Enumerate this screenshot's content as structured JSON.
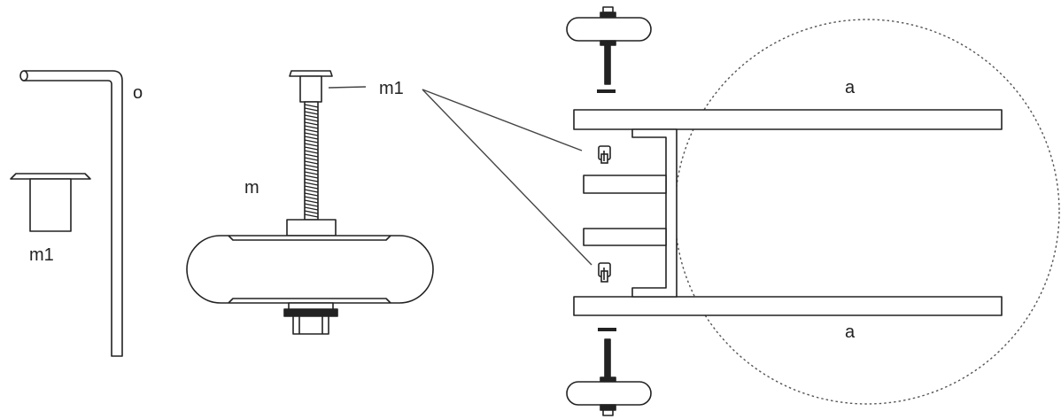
{
  "colors": {
    "stroke": "#222222",
    "fill": "#ffffff",
    "background": "#ffffff"
  },
  "labels": {
    "allen_key": "o",
    "sleeve_detail": "m1",
    "bolt": "m",
    "sleeve_on_bolt": "m1",
    "frame_top": "a",
    "frame_bottom": "a"
  },
  "icons": {
    "allen_key": "allen-key-icon",
    "sleeve": "sleeve-icon",
    "wheel": "wheel-icon",
    "frame": "frame-icon"
  }
}
